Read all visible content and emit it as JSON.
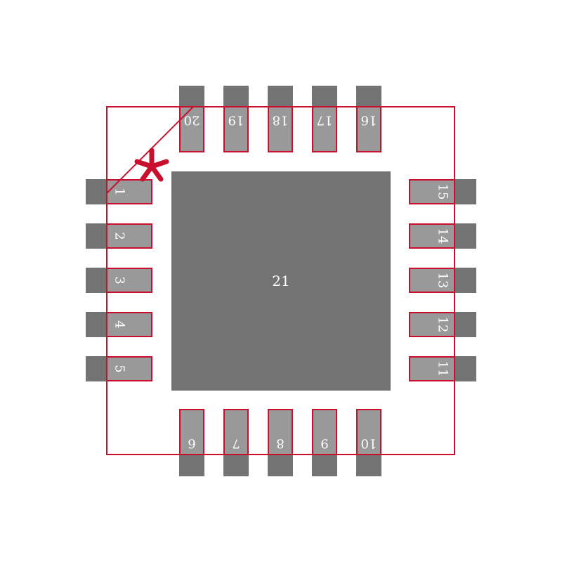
{
  "colors": {
    "background": "#ffffff",
    "pad_outer": "#737373",
    "pad_inner": "#999999",
    "outline": "#c8102e",
    "text": "#ffffff"
  },
  "pin1_marker_icon": "asterisk-icon",
  "thermal_pad": {
    "label": "21"
  },
  "pins": {
    "left": [
      {
        "label": "1"
      },
      {
        "label": "2"
      },
      {
        "label": "3"
      },
      {
        "label": "4"
      },
      {
        "label": "5"
      }
    ],
    "bottom": [
      {
        "label": "6"
      },
      {
        "label": "7"
      },
      {
        "label": "8"
      },
      {
        "label": "9"
      },
      {
        "label": "10"
      }
    ],
    "right": [
      {
        "label": "11"
      },
      {
        "label": "12"
      },
      {
        "label": "13"
      },
      {
        "label": "14"
      },
      {
        "label": "15"
      }
    ],
    "top": [
      {
        "label": "16"
      },
      {
        "label": "17"
      },
      {
        "label": "18"
      },
      {
        "label": "19"
      },
      {
        "label": "20"
      }
    ]
  }
}
